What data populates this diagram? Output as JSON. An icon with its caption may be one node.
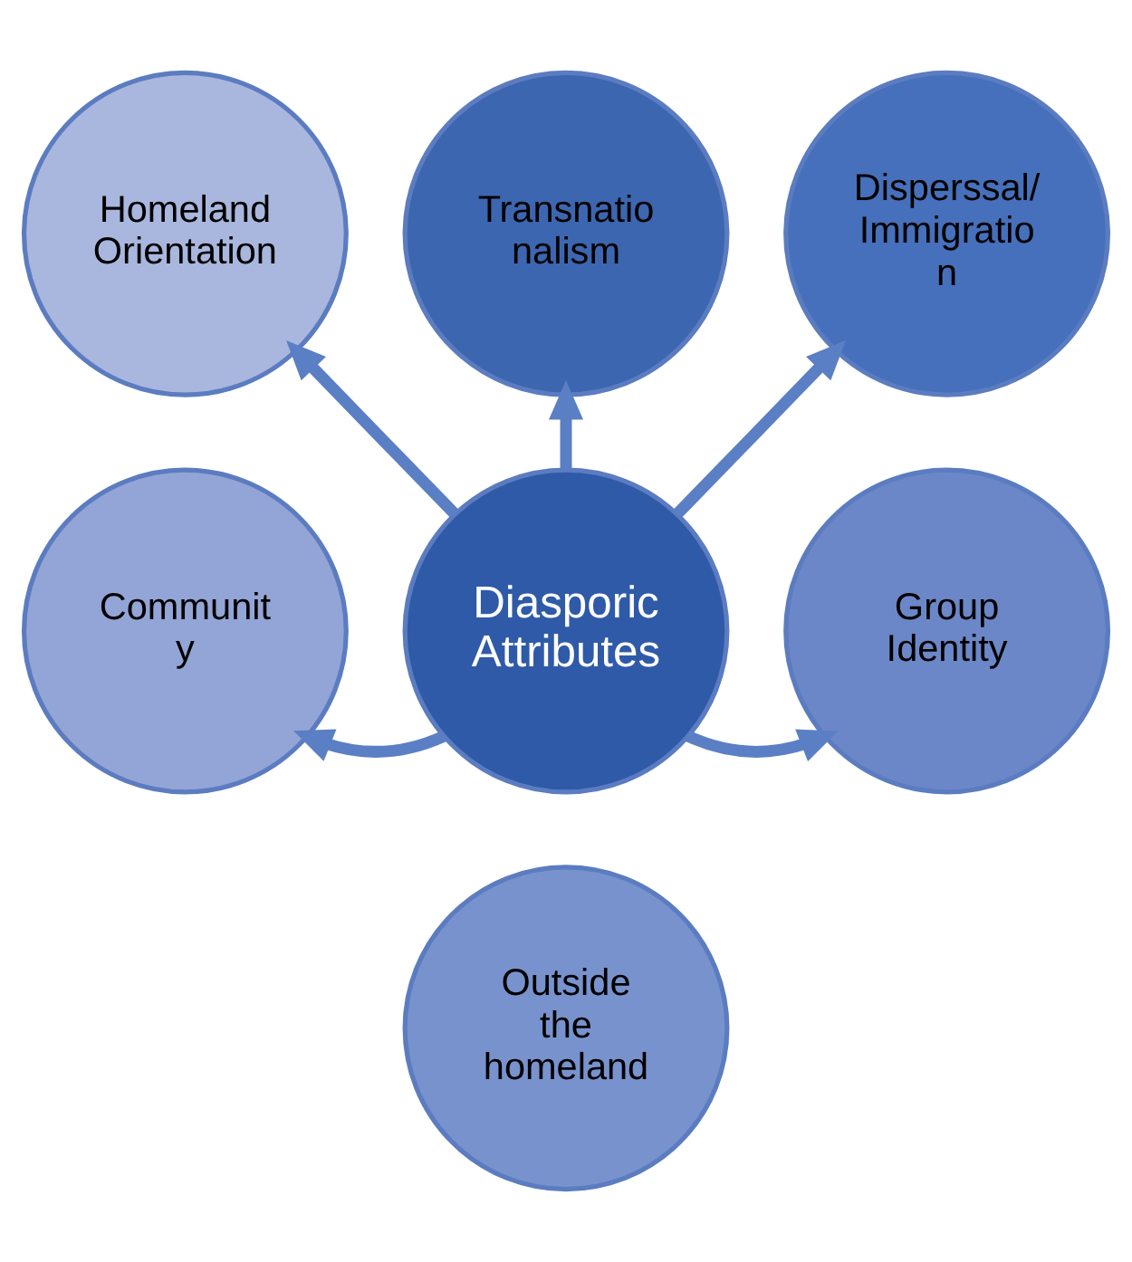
{
  "diagram": {
    "nodes": [
      {
        "text": [
          "Transnatio nalism"
        ]
      },
      {
        "text": [
          "Homeland Orientation"
        ]
      },
      {
        "text": [
          "Disperssal/ Immigratio n"
        ]
      },
      {
        "text": [
          "Communit y"
        ]
      },
      {
        "text": [
          "Diasporic Attributes"
        ]
      },
      {
        "text": [
          "Group Identity"
        ]
      },
      {
        "text": [
          "Outside the homeland"
        ]
      }
    ],
    "edges": [
      {
        "from": 4,
        "to": 0,
        "arrow": "to"
      },
      {
        "from": 4,
        "to": 1,
        "arrow": "to"
      },
      {
        "from": 4,
        "to": 2,
        "arrow": "to"
      },
      {
        "from": 4,
        "to": 3,
        "arrow": "to"
      },
      {
        "from": 4,
        "to": 5,
        "arrow": "to"
      }
    ]
  }
}
